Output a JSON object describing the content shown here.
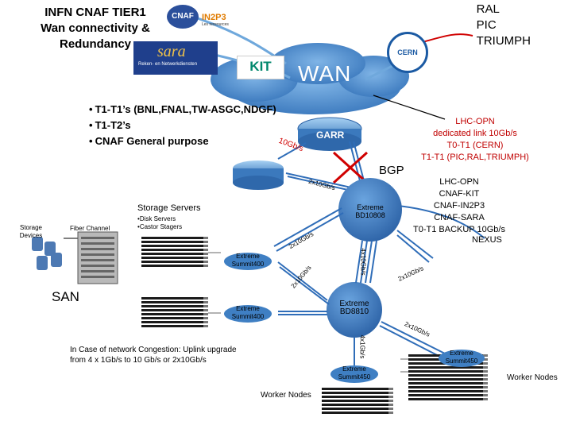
{
  "title": {
    "line1": "INFN CNAF TIER1",
    "line2": "Wan connectivity &",
    "line3": "Redundancy"
  },
  "partners": [
    "RAL",
    "PIC",
    "TRIUMPH"
  ],
  "logos": {
    "cnaf": "CNAF",
    "in2p3": "IN2P3",
    "in2p3_sub": "Les ressources",
    "sara": "sara",
    "sara_sub": "Reken- en Netwerkdiensten",
    "kit": "KIT",
    "cern": "CERN"
  },
  "wan": "WAN",
  "bullets": [
    "T1-T1’s (BNL,FNAL,TW-ASGC,NDGF)",
    "T1-T2’s",
    "CNAF General purpose"
  ],
  "garr": "GARR",
  "link_10gb": "10Gb/s",
  "link_2x10": "2x10Gb/s",
  "lhc_opn_dedicated": [
    "LHC-OPN",
    "dedicated link 10Gb/s",
    "T0-T1 (CERN)",
    "T1-T1 (PIC,RAL,TRIUMPH)"
  ],
  "bgp": "BGP",
  "lhc_opn_backup": [
    "LHC-OPN",
    "CNAF-KIT",
    "CNAF-IN2P3",
    "CNAF-SARA",
    "T0-T1 BACKUP 10Gb/s"
  ],
  "nexus": "NEXUS",
  "storage_servers": {
    "head": "Storage Servers",
    "items": [
      "Disk Servers",
      "Castor Stagers"
    ]
  },
  "storage_devices": [
    "Storage",
    "Devices"
  ],
  "fiber_channel": "Fiber Channel",
  "extreme_bd10808": [
    "Extreme",
    "BD10808"
  ],
  "extreme_bd8810": [
    "Extreme",
    "BD8810"
  ],
  "extreme_summit400_a": [
    "Extreme",
    "Summit400"
  ],
  "extreme_summit400_b": [
    "Extreme",
    "Summit400"
  ],
  "extreme_summit450_a": [
    "Extreme",
    "Summit450"
  ],
  "extreme_summit450_b": [
    "Extreme",
    "Summit450"
  ],
  "link_4x10": "4x10Gb/s",
  "link_2x10_b": "2x10Gb/s",
  "link_2x10_c": "2x10Gb/s",
  "link_2x10_d": "2x10Gb/s",
  "link_4x1": "4x1Gb/s",
  "link_2x10_e": "2x10Gb/s",
  "san": "SAN",
  "note": "In Case of network Congestion: Uplink upgrade from 4 x 1Gb/s to 10 Gb/s or 2x10Gb/s",
  "worker_nodes_a": "Worker Nodes",
  "worker_nodes_b": "Worker Nodes",
  "colors": {
    "cloud": "#5b9bd5",
    "link_blue": "#2f6db8",
    "router": "#3d7fc4",
    "router_light": "#8fc1ea",
    "red": "#d00000",
    "lhc_red": "#c00000",
    "node": "#3f7fc3"
  }
}
